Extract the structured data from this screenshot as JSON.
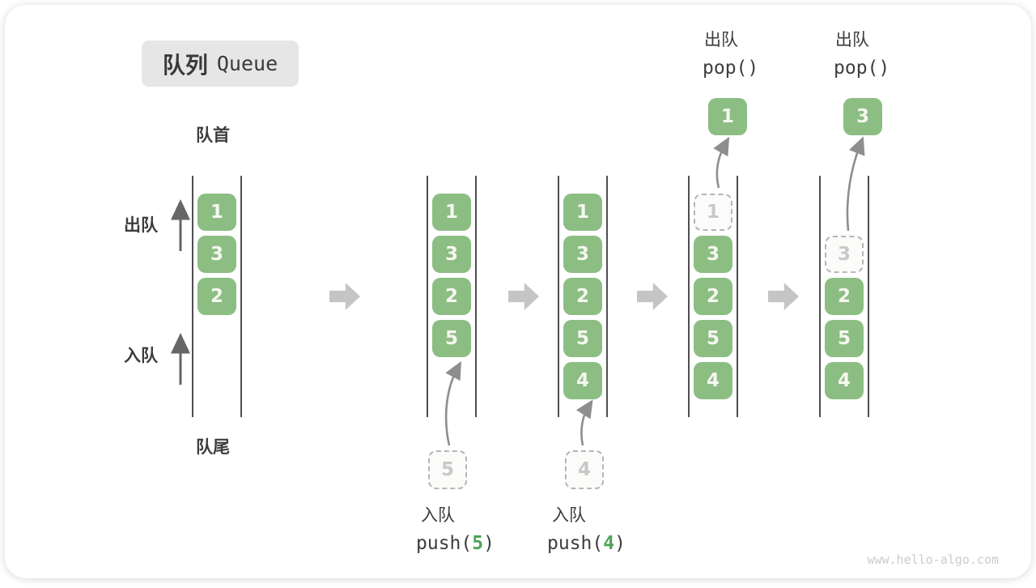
{
  "title": {
    "zh": "队列",
    "en": "Queue"
  },
  "labels": {
    "front": "队首",
    "rear": "队尾",
    "dequeue_side": "出队",
    "enqueue_side": "入队"
  },
  "watermark": "www.hello-algo.com",
  "colors": {
    "cell_green": "#8CBE84",
    "accent_green": "#4FA35A",
    "wall_gray": "#4F4F4F",
    "block_arrow_gray": "#C5C5C5",
    "text_dark": "#3D3D3D"
  },
  "stages": [
    {
      "name": "initial",
      "cells": [
        {
          "value": "1",
          "slot": 1,
          "state": "filled"
        },
        {
          "value": "3",
          "slot": 2,
          "state": "filled"
        },
        {
          "value": "2",
          "slot": 3,
          "state": "filled"
        }
      ]
    },
    {
      "name": "after-push-5",
      "cells": [
        {
          "value": "1",
          "slot": 1,
          "state": "filled"
        },
        {
          "value": "3",
          "slot": 2,
          "state": "filled"
        },
        {
          "value": "2",
          "slot": 3,
          "state": "filled"
        },
        {
          "value": "5",
          "slot": 4,
          "state": "filled"
        }
      ],
      "incoming": {
        "value": "5",
        "label": "入队",
        "code": {
          "pre": "push(",
          "arg": "5",
          "post": ")"
        }
      }
    },
    {
      "name": "after-push-4",
      "cells": [
        {
          "value": "1",
          "slot": 1,
          "state": "filled"
        },
        {
          "value": "3",
          "slot": 2,
          "state": "filled"
        },
        {
          "value": "2",
          "slot": 3,
          "state": "filled"
        },
        {
          "value": "5",
          "slot": 4,
          "state": "filled"
        },
        {
          "value": "4",
          "slot": 5,
          "state": "filled"
        }
      ],
      "incoming": {
        "value": "4",
        "label": "入队",
        "code": {
          "pre": "push(",
          "arg": "4",
          "post": ")"
        }
      }
    },
    {
      "name": "after-pop-1",
      "cells": [
        {
          "value": "1",
          "slot": 1,
          "state": "ghost"
        },
        {
          "value": "3",
          "slot": 2,
          "state": "filled"
        },
        {
          "value": "2",
          "slot": 3,
          "state": "filled"
        },
        {
          "value": "5",
          "slot": 4,
          "state": "filled"
        },
        {
          "value": "4",
          "slot": 5,
          "state": "filled"
        }
      ],
      "popped": {
        "value": "1",
        "label": "出队",
        "code": {
          "pre": "pop()",
          "arg": "",
          "post": ""
        }
      }
    },
    {
      "name": "after-pop-3",
      "cells": [
        {
          "value": "3",
          "slot": 2,
          "state": "ghost"
        },
        {
          "value": "2",
          "slot": 3,
          "state": "filled"
        },
        {
          "value": "5",
          "slot": 4,
          "state": "filled"
        },
        {
          "value": "4",
          "slot": 5,
          "state": "filled"
        }
      ],
      "popped": {
        "value": "3",
        "label": "出队",
        "code": {
          "pre": "pop()",
          "arg": "",
          "post": ""
        }
      }
    }
  ]
}
